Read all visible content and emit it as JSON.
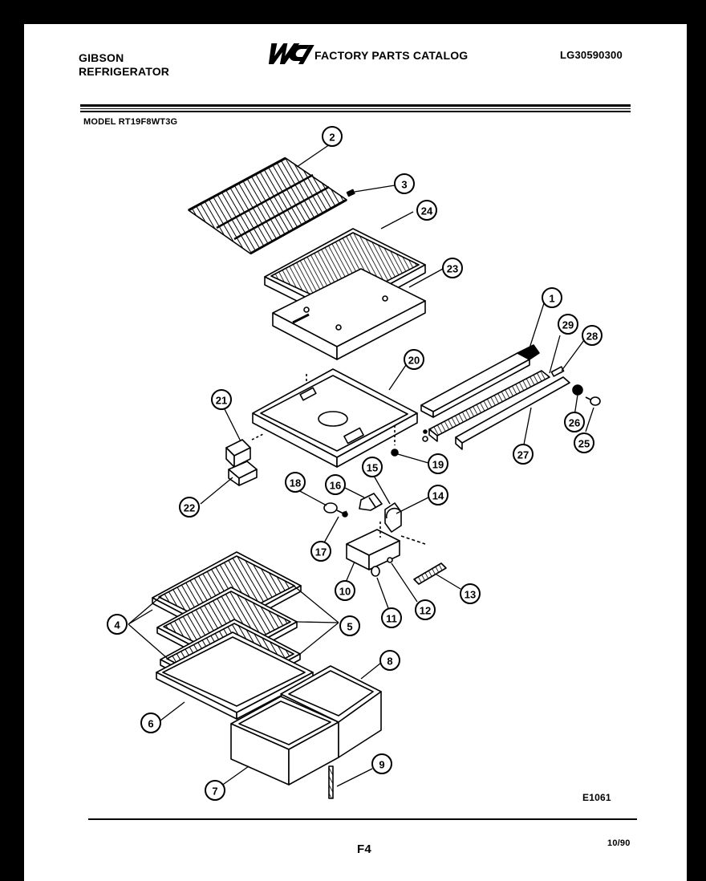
{
  "header": {
    "brand_line1": "GIBSON",
    "brand_line2": "REFRIGERATOR",
    "logo_text": "WCI",
    "catalog_title": "FACTORY PARTS CATALOG",
    "catalog_number": "LG30590300",
    "model_line": "MODEL RT19F8WT3G"
  },
  "footer": {
    "diagram_code": "E1061",
    "page_number": "F4",
    "date_code": "10/90"
  },
  "parts": {
    "p1": "1",
    "p2": "2",
    "p3": "3",
    "p4": "4",
    "p5": "5",
    "p6": "6",
    "p7": "7",
    "p8": "8",
    "p9": "9",
    "p10": "10",
    "p11": "11",
    "p12": "12",
    "p13": "13",
    "p14": "14",
    "p15": "15",
    "p16": "16",
    "p17": "17",
    "p18": "18",
    "p19": "19",
    "p20": "20",
    "p21": "21",
    "p22": "22",
    "p23": "23",
    "p24": "24",
    "p25": "25",
    "p26": "26",
    "p27": "27",
    "p28": "28",
    "p29": "29"
  }
}
